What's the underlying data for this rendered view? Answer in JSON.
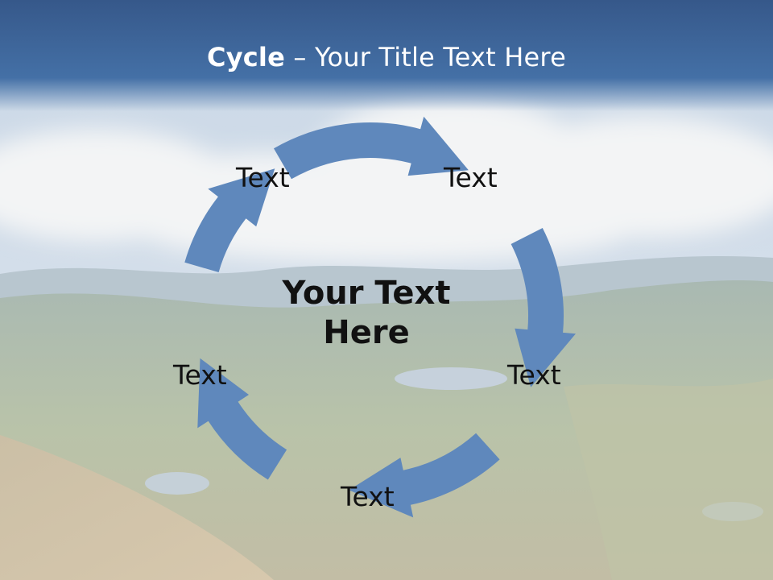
{
  "title": {
    "bold": "Cycle",
    "rest": " – Your Title Text Here"
  },
  "center": {
    "line1": "Your Text",
    "line2": "Here"
  },
  "nodes": [
    {
      "label": "Text"
    },
    {
      "label": "Text"
    },
    {
      "label": "Text"
    },
    {
      "label": "Text"
    },
    {
      "label": "Text"
    }
  ],
  "colors": {
    "arrow": "#5F88BC",
    "title_bar": "#3D6598",
    "title_text": "#FFFFFF"
  }
}
